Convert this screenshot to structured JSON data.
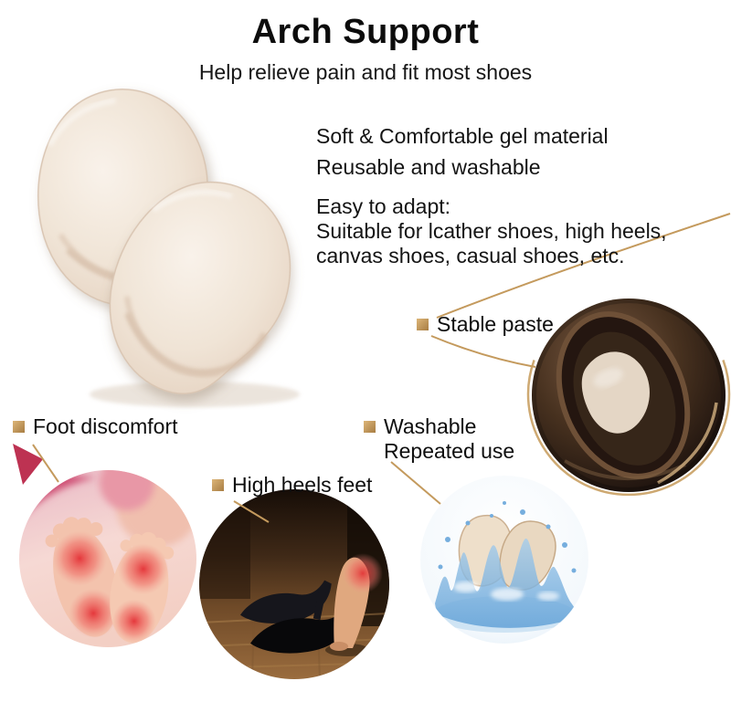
{
  "title": "Arch Support",
  "subtitle": "Help relieve pain and fit most shoes",
  "features": {
    "soft": "Soft & Comfortable gel material",
    "reusable": "Reusable and washable",
    "adapt_title": "Easy to adapt:",
    "adapt_line1": "Suitable for lcather shoes, high heels,",
    "adapt_line2": "canvas shoes, casual shoes, etc."
  },
  "callouts": {
    "stable_paste": {
      "label": "Stable paste"
    },
    "foot_discomfort": {
      "label": "Foot discomfort"
    },
    "washable": {
      "line1": "Washable",
      "line2": "Repeated use"
    },
    "high_heels": {
      "label": "High heels feet"
    }
  },
  "images": {
    "gel_pads": "gel-arch-support-pads",
    "foot_pain": "foot-discomfort-photo",
    "high_heels": "high-heels-feet-photo",
    "washing": "washable-water-splash-photo",
    "shoe_inside": "pad-inside-shoe-photo"
  },
  "colors": {
    "accent_gold": "#c49a5d",
    "text": "#111111",
    "pad_cream": "#ece0d3",
    "pain_red": "#e3282f",
    "water_blue": "#5e9fd6"
  }
}
